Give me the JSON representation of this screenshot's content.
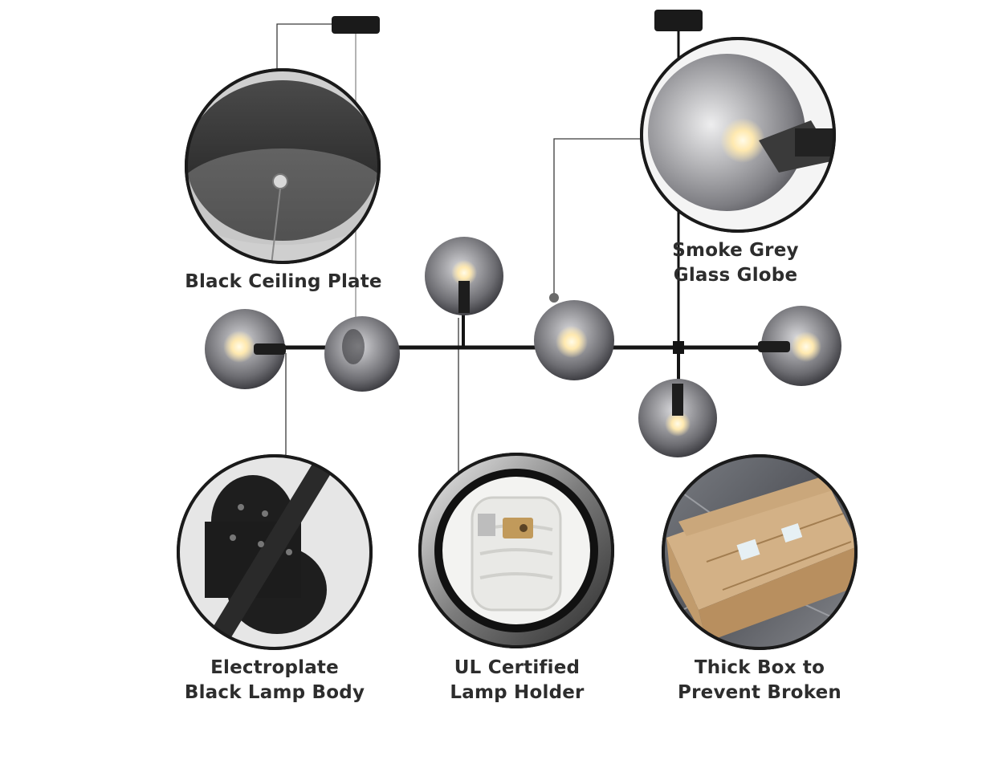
{
  "captions": {
    "ceiling_plate": "Black Ceiling Plate",
    "glass_globe": [
      "Smoke Grey",
      "Glass Globe"
    ],
    "lamp_body": [
      "Electroplate",
      "Black Lamp Body"
    ],
    "lamp_holder": [
      "UL Certified",
      "Lamp Holder"
    ],
    "box": [
      "Thick Box to",
      "Prevent Broken"
    ]
  },
  "colors": {
    "frame_black": "#141414",
    "smoke_glass": "#8a8a8e",
    "bulb_glow": "#fff3cf",
    "caption_text": "#2d2d2d",
    "cardboard": "#c9a578",
    "marble": "#5b5d62"
  },
  "icons": {
    "globe": "smoke-glass-globe",
    "plate": "ceiling-plate",
    "holder": "lamp-holder-socket",
    "box": "packaging-box"
  }
}
